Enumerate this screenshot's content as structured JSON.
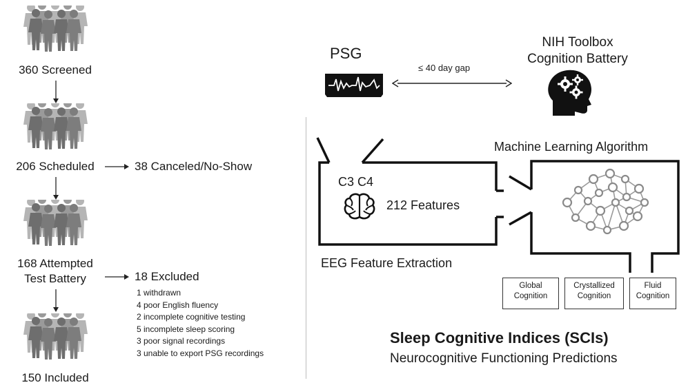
{
  "flow": {
    "stages": [
      {
        "label": "360 Screened"
      },
      {
        "label": "206 Scheduled"
      },
      {
        "label_line1": "168 Attempted",
        "label_line2": "Test Battery"
      },
      {
        "label": "150 Included"
      }
    ],
    "canceled": "38 Canceled/No-Show",
    "excluded": {
      "title": "18 Excluded",
      "reasons": [
        "1 withdrawn",
        "4 poor English fluency",
        "2 incomplete cognitive testing",
        "5 incomplete sleep scoring",
        "3 poor signal recordings",
        "3 unable to export PSG recordings"
      ]
    }
  },
  "pipeline": {
    "psg_label": "PSG",
    "gap_label": "≤ 40 day gap",
    "nih_line1": "NIH Toolbox",
    "nih_line2": "Cognition Battery",
    "channels": "C3 C4",
    "features": "212 Features",
    "eeg_label": "EEG Feature Extraction",
    "ml_label": "Machine Learning Algorithm",
    "outputs": [
      {
        "line1": "Global",
        "line2": "Cognition"
      },
      {
        "line1": "Crystallized",
        "line2": "Cognition"
      },
      {
        "line1": "Fluid",
        "line2": "Cognition"
      }
    ],
    "title": "Sleep Cognitive Indices (SCIs)",
    "subtitle": "Neurocognitive Functioning Predictions"
  },
  "colors": {
    "ink": "#1a1a1a",
    "crowd_dark": "#6e6e6e",
    "crowd_light": "#a8a8a8"
  },
  "icons": [
    "people-crowd-icon",
    "arrow-down-icon",
    "arrow-right-icon",
    "psg-signal-icon",
    "head-gears-icon",
    "brain-icon",
    "neural-network-icon"
  ]
}
